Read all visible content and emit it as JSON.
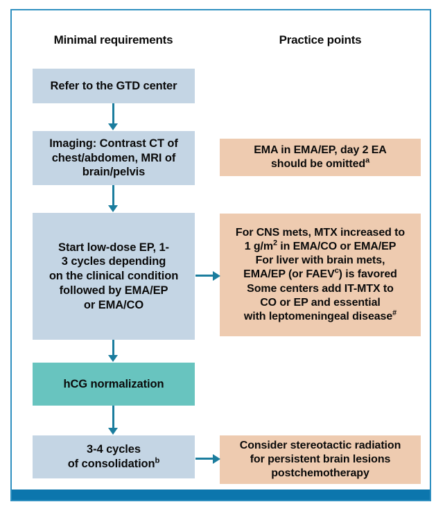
{
  "figure": {
    "title_left": "Minimal requirements",
    "title_right": "Practice points",
    "colors": {
      "frame_border": "#2e8fc0",
      "footer_bar": "#0c76ad",
      "node_blue": "#c4d5e4",
      "node_teal": "#68c4bf",
      "node_peach": "#eecbb0",
      "connector": "#1b7d9e",
      "text": "#0a0a0a"
    }
  },
  "columns": {
    "left": {
      "header": "Minimal requirements",
      "nodes": [
        {
          "id": "refer",
          "text": "Refer to the GTD center",
          "color": "blue"
        },
        {
          "id": "imaging",
          "text": "Imaging: Contrast CT of chest/abdomen, MRI of brain/pelvis",
          "color": "blue"
        },
        {
          "id": "start",
          "text": "Start low-dose EP, 1-3 cycles depending on the clinical condition followed by EMA/EP or EMA/CO",
          "color": "blue"
        },
        {
          "id": "hcg",
          "text": "hCG normalization",
          "color": "teal"
        },
        {
          "id": "cycles",
          "text": "3-4 cycles of consolidation",
          "superscript": "b",
          "color": "blue"
        }
      ]
    },
    "right": {
      "header": "Practice points",
      "nodes": [
        {
          "id": "ema",
          "text": "EMA in EMA/EP, day 2 EA should be omitted",
          "superscript": "a",
          "color": "peach"
        },
        {
          "id": "cns",
          "text": "For CNS mets, MTX increased to 1 g/m2 in EMA/CO or EMA/EP For liver with brain mets, EMA/EP (or FAEVc) is favored Some centers add IT-MTX to CO or EP and essential with leptomeningeal disease#",
          "color": "peach"
        },
        {
          "id": "srs",
          "text": "Consider stereotactic radiation for persistent brain lesions postchemotherapy",
          "color": "peach"
        }
      ]
    }
  },
  "node_lines": {
    "refer": [
      "Refer to the GTD center"
    ],
    "imaging": [
      "Imaging: Contrast CT of",
      "chest/abdomen, MRI of",
      "brain/pelvis"
    ],
    "start": [
      "Start low-dose EP, 1-",
      "3 cycles depending",
      "on the clinical condition",
      "followed by EMA/EP",
      "or EMA/CO"
    ],
    "hcg": [
      "hCG normalization"
    ],
    "cycles_line1": "3-4 cycles",
    "cycles_line2": "of consolidation",
    "cycles_sup": "b",
    "ema_line1": "EMA in EMA/EP, day 2 EA",
    "ema_line2": "should be omitted",
    "ema_sup": "a",
    "cns_l1_a": "For CNS mets, MTX increased to",
    "cns_l2_a": "1 g/m",
    "cns_l2_sup": "2",
    "cns_l2_b": " in EMA/CO or EMA/EP",
    "cns_l3": "For liver with brain mets,",
    "cns_l4_a": "EMA/EP (or FAEV",
    "cns_l4_sup": "c",
    "cns_l4_b": ") is favored",
    "cns_l5": "Some centers add IT-MTX to",
    "cns_l6": "CO or EP and essential",
    "cns_l7_a": "with leptomeningeal disease",
    "cns_l7_sup": "#",
    "srs": [
      "Consider stereotactic radiation",
      "for persistent brain lesions",
      "postchemotherapy"
    ]
  },
  "connectors": [
    {
      "id": "refer-to-imaging",
      "direction": "down"
    },
    {
      "id": "imaging-to-start",
      "direction": "down"
    },
    {
      "id": "start-to-hcg",
      "direction": "down"
    },
    {
      "id": "hcg-to-cycles",
      "direction": "down"
    },
    {
      "id": "start-to-cns",
      "direction": "right"
    },
    {
      "id": "cycles-to-srs",
      "direction": "right"
    }
  ]
}
